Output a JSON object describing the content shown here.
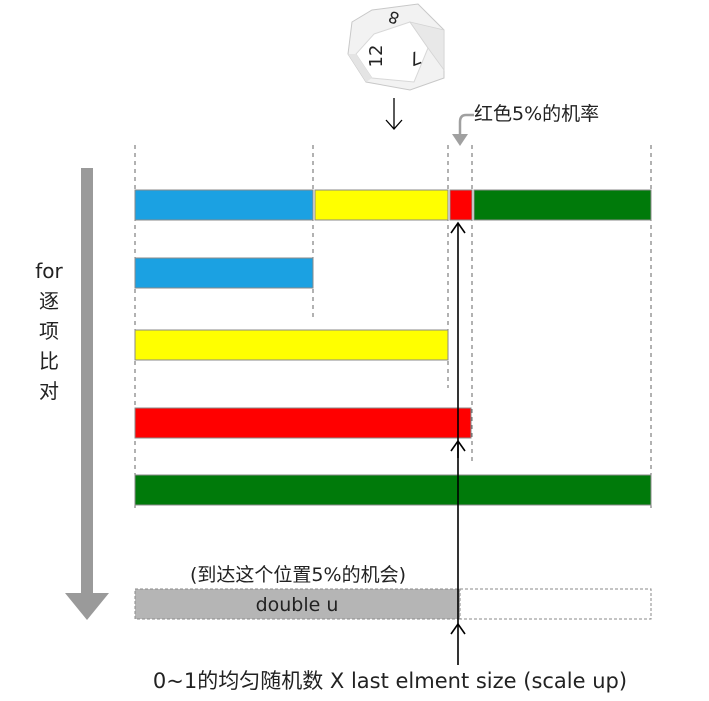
{
  "die": {
    "face_numbers": [
      "8",
      "12",
      "7"
    ]
  },
  "annotations": {
    "red_chance": "红色5%的机率",
    "loop_label_latin": "for",
    "loop_label_chars": [
      "逐",
      "项",
      "比",
      "对"
    ],
    "reach_position": "(到达这个位置5%的机会)",
    "double_u": "double u",
    "formula": "0~1的均匀随机数 X last elment size (scale up)"
  },
  "colors": {
    "blue": "#1ba1e2",
    "yellow": "#ffff00",
    "red": "#ff0000",
    "green": "#007a0a",
    "gray_bar": "#b5b5b5",
    "arrow_gray": "#9a9a9a"
  }
}
